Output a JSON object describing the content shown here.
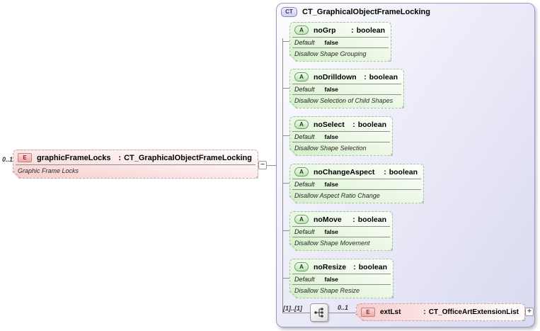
{
  "labels": {
    "type_separator": ":"
  },
  "source_element": {
    "cardinality": "0..1",
    "badge": "E",
    "name": "graphicFrameLocks",
    "type": "CT_GraphicalObjectFrameLocking",
    "annotation": "Graphic Frame Locks",
    "collapse_glyph": "−"
  },
  "complex_type": {
    "badge": "CT",
    "title": "CT_GraphicalObjectFrameLocking",
    "attributes": [
      {
        "badge": "A",
        "name": "noGrp",
        "type": "boolean",
        "default_label": "Default",
        "default_value": "false",
        "annotation": "Disallow Shape Grouping"
      },
      {
        "badge": "A",
        "name": "noDrilldown",
        "type": "boolean",
        "default_label": "Default",
        "default_value": "false",
        "annotation": "Disallow Selection of Child Shapes"
      },
      {
        "badge": "A",
        "name": "noSelect",
        "type": "boolean",
        "default_label": "Default",
        "default_value": "false",
        "annotation": "Disallow Shape Selection"
      },
      {
        "badge": "A",
        "name": "noChangeAspect",
        "type": "boolean",
        "default_label": "Default",
        "default_value": "false",
        "annotation": "Disallow Aspect Ratio Change"
      },
      {
        "badge": "A",
        "name": "noMove",
        "type": "boolean",
        "default_label": "Default",
        "default_value": "false",
        "annotation": "Disallow Shape Movement"
      },
      {
        "badge": "A",
        "name": "noResize",
        "type": "boolean",
        "default_label": "Default",
        "default_value": "false",
        "annotation": "Disallow Shape Resize"
      }
    ],
    "compositor": {
      "cardinality": "[1]..[1]"
    },
    "child_element": {
      "cardinality": "0..1",
      "badge": "E",
      "name": "extLst",
      "type": "CT_OfficeArtExtensionList",
      "expand_glyph": "+"
    }
  },
  "colors": {
    "element_fill": "#f6cdcd",
    "element_border": "#c6a3a3",
    "attribute_fill": "#d4efc9",
    "attribute_border": "#a5c29e",
    "complex_type_fill": "#d9d9f0",
    "complex_type_border": "#9a9ac4",
    "connector": "#8f8f8f"
  }
}
